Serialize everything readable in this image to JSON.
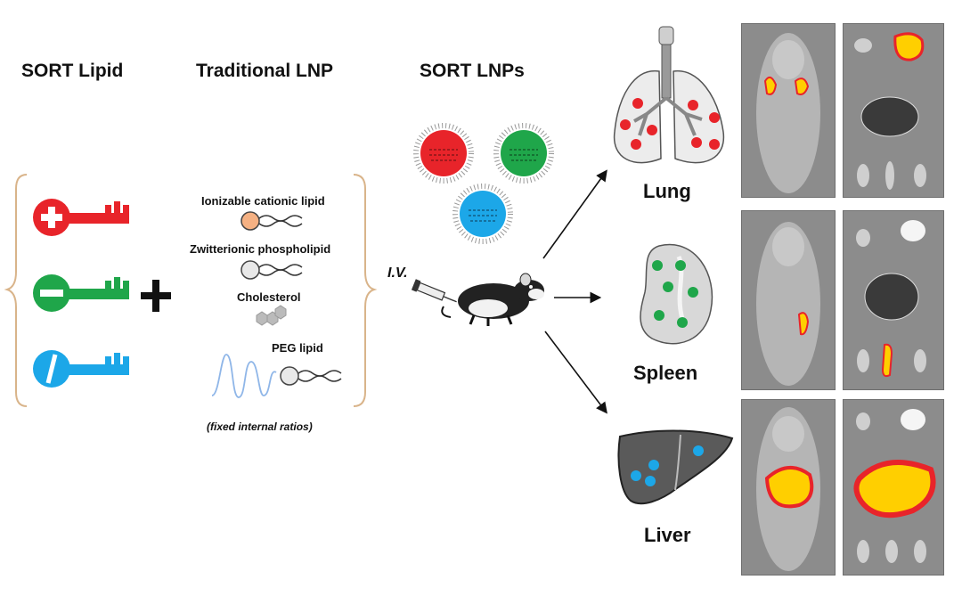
{
  "headers": {
    "sort_lipid": "SORT Lipid",
    "traditional_lnp": "Traditional LNP",
    "sort_lnps": "SORT LNPs"
  },
  "components": {
    "ionizable": "Ionizable cationic lipid",
    "zwitterionic": "Zwitterionic phospholipid",
    "cholesterol": "Cholesterol",
    "peg": "PEG lipid",
    "note": "(fixed internal ratios)"
  },
  "route": "I.V.",
  "organs": {
    "lung": "Lung",
    "spleen": "Spleen",
    "liver": "Liver"
  },
  "colors": {
    "red": "#e8242a",
    "green": "#1fa64a",
    "blue": "#1ca7e8",
    "bracket": "#d9b48a",
    "ionizable_head": "#f5b183"
  },
  "icons": {
    "key_plus": "positive-key-icon",
    "key_minus": "negative-key-icon",
    "key_slash": "neutral-key-icon",
    "plus": "plus-icon",
    "syringe": "syringe-icon",
    "mouse": "mouse-icon"
  }
}
